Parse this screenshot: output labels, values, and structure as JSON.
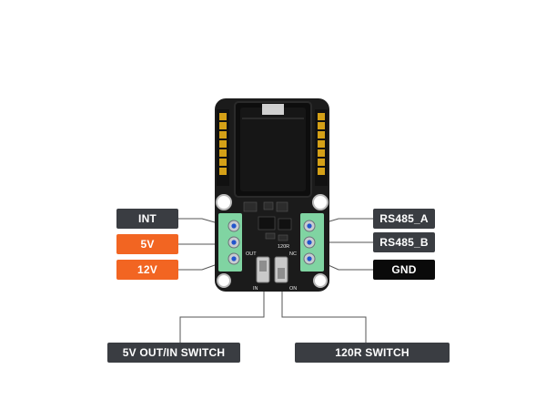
{
  "labels": {
    "int": "INT",
    "v5": "5V",
    "v12": "12V",
    "rs485_a": "RS485_A",
    "rs485_b": "RS485_B",
    "gnd": "GND",
    "switch_5v": "5V OUT/IN SWITCH",
    "switch_120r": "120R SWITCH"
  },
  "silkscreen": {
    "out": "OUT",
    "in": "IN",
    "r120": "120R",
    "nc": "NC",
    "on": "ON"
  },
  "colors": {
    "label_dark": "#3a3d42",
    "label_orange": "#f26522",
    "label_black": "#0a0a0a",
    "pcb": "#1a1a1a",
    "terminal": "#7fd3a0",
    "leader": "#555555"
  }
}
